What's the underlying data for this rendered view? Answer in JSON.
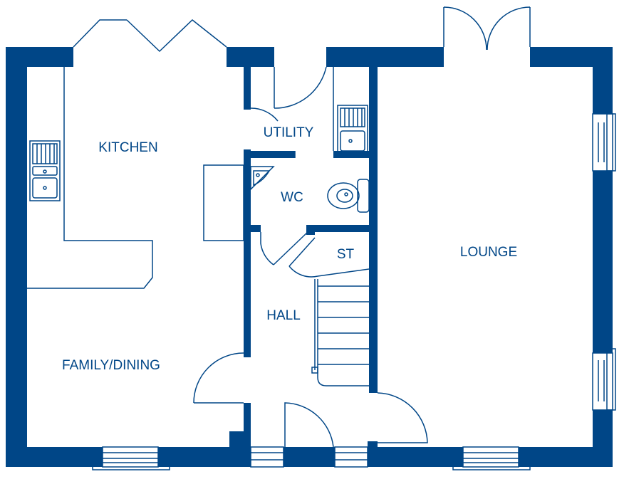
{
  "colors": {
    "wall": "#004687",
    "line": "#004687",
    "background": "#ffffff"
  },
  "rooms": {
    "kitchen": "KITCHEN",
    "utility": "UTILITY",
    "wc": "WC",
    "st": "ST",
    "lounge": "LOUNGE",
    "hall": "HALL",
    "family_dining": "FAMILY/DINING"
  },
  "icons": {
    "kitchen_sink": "sink-icon",
    "utility_sink": "sink-icon",
    "wc_basin": "basin-icon",
    "toilet": "toilet-icon",
    "staircase": "stairs-icon"
  }
}
